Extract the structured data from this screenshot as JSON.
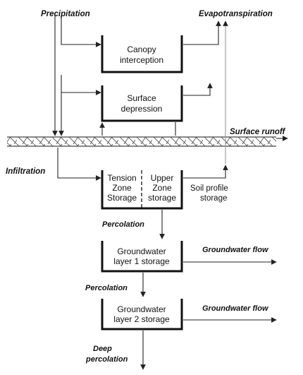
{
  "labels": {
    "precipitation": "Precipitation",
    "evapotranspiration": "Evapotranspiration",
    "surface_runoff": "Surface runoff",
    "infiltration": "Infiltration",
    "percolation_1": "Percolation",
    "percolation_2": "Percolation",
    "groundwater_flow_1": "Groundwater flow",
    "groundwater_flow_2": "Groundwater flow",
    "deep_percolation_line1": "Deep",
    "deep_percolation_line2": "percolation",
    "soil_profile_line1": "Soil profile",
    "soil_profile_line2": "storage"
  },
  "boxes": {
    "canopy": {
      "line1": "Canopy",
      "line2": "interception"
    },
    "surface_depression": {
      "line1": "Surface",
      "line2": "depression"
    },
    "tension_zone": {
      "line1": "Tension",
      "line2": "Zone",
      "line3": "Storage"
    },
    "upper_zone": {
      "line1": "Upper",
      "line2": "Zone",
      "line3": "storage"
    },
    "gw1": {
      "line1": "Groundwater",
      "line2": "layer 1 storage"
    },
    "gw2": {
      "line1": "Groundwater",
      "line2": "layer 2 storage"
    }
  }
}
